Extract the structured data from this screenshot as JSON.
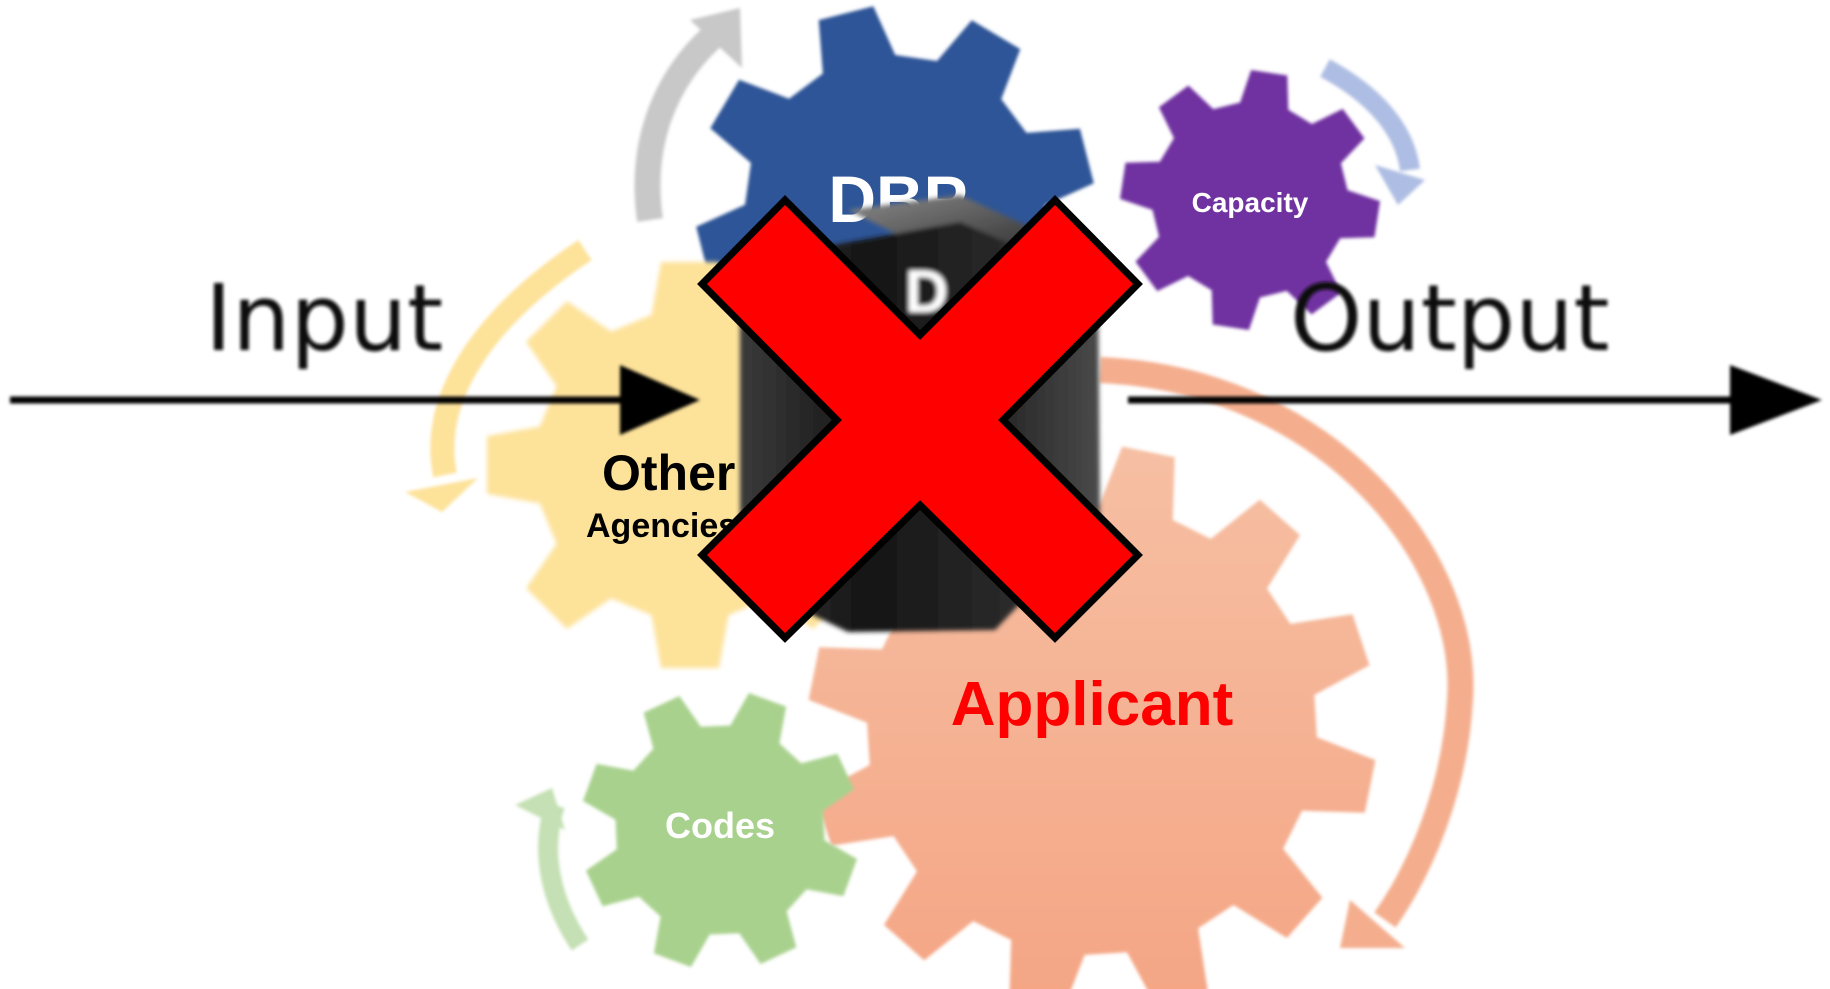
{
  "flow": {
    "input_label": "Input",
    "output_label": "Output"
  },
  "gears": [
    {
      "id": "dbp",
      "label": "DBP",
      "sublabel": "",
      "color": "#2e5597",
      "text_color": "#ffffff",
      "arrow_color": "#c8c8c8"
    },
    {
      "id": "capacity",
      "label": "Capacity",
      "sublabel": "",
      "color": "#7030a0",
      "text_color": "#ffffff",
      "arrow_color": "#aebde3"
    },
    {
      "id": "other",
      "label": "Other",
      "sublabel": "Agencies",
      "color": "#fde29a",
      "text_color": "#000000",
      "arrow_color": "#fde29a"
    },
    {
      "id": "applicant",
      "label": "Applicant",
      "sublabel": "",
      "color": "#f4ae8e",
      "text_color": "#ff0000",
      "arrow_color": "#f4ae8e"
    },
    {
      "id": "codes",
      "label": "Codes",
      "sublabel": "",
      "color": "#a9d18e",
      "text_color": "#ffffff",
      "arrow_color": "#c5e0b4"
    }
  ],
  "center_block": {
    "partial_label": "D",
    "color": "#222222"
  },
  "overlay": {
    "icon": "red-x-icon",
    "color": "#ff0000",
    "stroke_color": "#000000"
  }
}
